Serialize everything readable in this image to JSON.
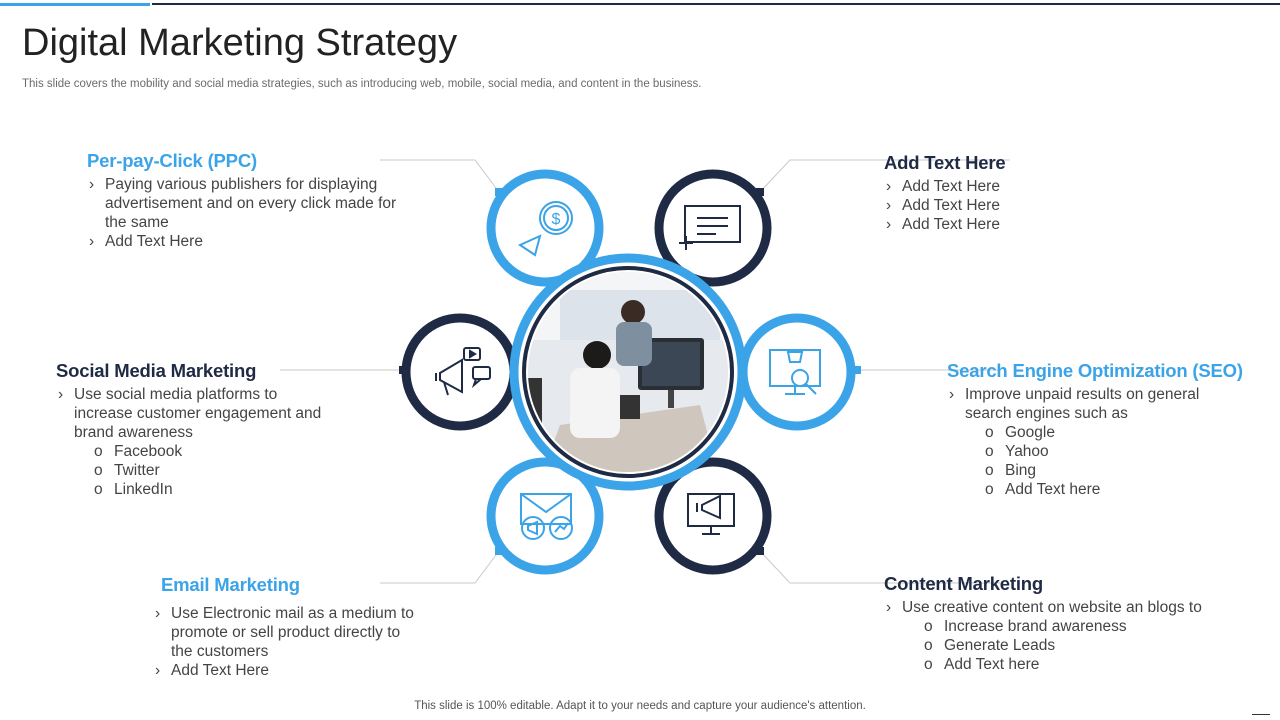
{
  "header": {
    "title": "Digital Marketing Strategy",
    "subtitle": "This slide covers the mobility and social media strategies, such as introducing web, mobile, social media, and content in the business."
  },
  "colors": {
    "accent_blue": "#3ba3e8",
    "navy": "#1f2a44"
  },
  "sections": {
    "ppc": {
      "title": "Per-pay-Click (PPC)",
      "items": [
        "Paying various publishers for displaying advertisement and on every click made for the same",
        "Add Text Here"
      ]
    },
    "add_text": {
      "title": "Add Text Here",
      "items": [
        "Add Text Here",
        "Add Text Here",
        "Add Text Here"
      ]
    },
    "social": {
      "title": "Social Media Marketing",
      "items": [
        "Use social media platforms to increase customer engagement and brand awareness"
      ],
      "sub_items": [
        "Facebook",
        "Twitter",
        "LinkedIn"
      ]
    },
    "seo": {
      "title": "Search Engine Optimization (SEO)",
      "items": [
        "Improve unpaid results on general search engines such as"
      ],
      "sub_items": [
        "Google",
        "Yahoo",
        "Bing",
        "Add Text here"
      ]
    },
    "email": {
      "title": "Email Marketing",
      "items": [
        "Use Electronic mail as a medium to promote or sell product directly to the customers",
        "Add Text Here"
      ]
    },
    "content": {
      "title": "Content Marketing",
      "items": [
        "Use creative content on website an blogs to"
      ],
      "sub_items": [
        "Increase brand awareness",
        "Generate Leads",
        "Add Text here"
      ]
    }
  },
  "icons": [
    "dollar-cursor-icon",
    "presentation-board-icon",
    "megaphone-chat-icon",
    "trophy-search-icon",
    "email-megaphone-icon",
    "monitor-megaphone-icon"
  ],
  "footer": {
    "text": "This slide is 100% editable. Adapt it to your needs and capture your audience's attention."
  }
}
